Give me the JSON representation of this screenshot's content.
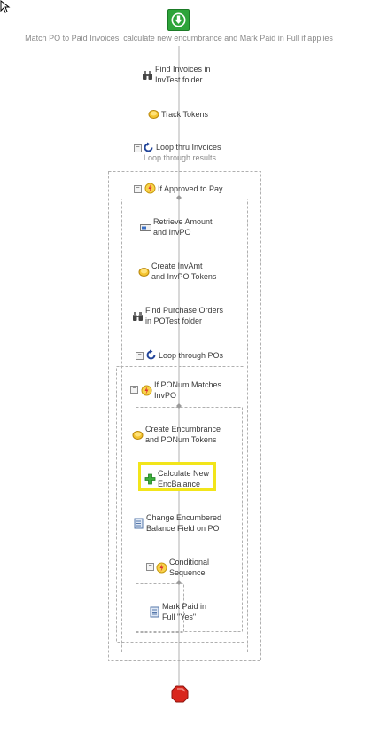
{
  "workflow": {
    "title": "Match PO to Paid Invoices, calculate new encumbrance and Mark Paid in Full if applies",
    "nodes": {
      "find_invoices": "Find Invoices in\nInvTest folder",
      "track_tokens": "Track Tokens",
      "loop_invoices": "Loop thru Invoices",
      "loop_invoices_sub": "Loop through results",
      "if_approved": "If Approved to Pay",
      "retrieve_amount": "Retrieve Amount\nand InvPO",
      "create_invamt": "Create InvAmt\nand InvPO Tokens",
      "find_pos": "Find Purchase Orders\nin POTest folder",
      "loop_pos": "Loop through POs",
      "if_ponum": "If PONum Matches\nInvPO",
      "create_encumbrance": "Create Encumbrance\nand PONum Tokens",
      "calculate": "Calculate New\nEncBalance",
      "change_encumbered": "Change Encumbered\nBalance Field on PO",
      "conditional": "Conditional\nSequence",
      "mark_paid": "Mark Paid in\nFull \"Yes\""
    },
    "toggles": {
      "collapse": "−"
    }
  },
  "colors": {
    "start": "#2ea43a",
    "stop": "#d9261c",
    "highlight": "#f2e51a",
    "connector": "#b0b0b0",
    "subtitle": "#8a8a8a"
  },
  "icons": {
    "start": "down-arrow-icon",
    "find": "binoculars-icon",
    "token": "token-icon",
    "loop": "loop-arrow-icon",
    "condition": "lightning-condition-icon",
    "retrieve": "field-icon",
    "calculate": "plus-icon",
    "document": "document-icon",
    "stop": "stop-icon"
  }
}
